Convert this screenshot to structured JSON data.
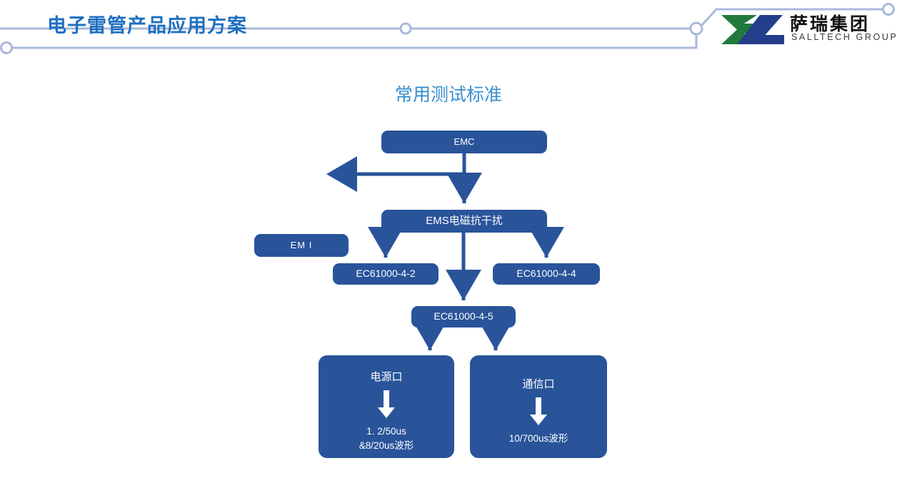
{
  "header": {
    "title": "电子雷管产品应用方案",
    "title_color": "#1F6FC0",
    "deco_line_color": "#A9B8DC",
    "logo": {
      "name_cn": "萨瑞集团",
      "name_en": "SALLTECH GROUP",
      "mark_green": "#217A3C",
      "mark_blue": "#233E8B"
    }
  },
  "diagram": {
    "title": "常用测试标准",
    "title_color": "#2C85C8",
    "node_fill": "#29549A",
    "node_text": "#FFFFFF",
    "connector_color": "#29549A",
    "nodes": {
      "emc": "EMC",
      "emi": "EM I",
      "ems": "EMS电磁抗干扰",
      "ec_4_2": "EC61000-4-2",
      "ec_4_4": "EC61000-4-4",
      "ec_4_5": "EC61000-4-5",
      "power_port": {
        "title": "电源口",
        "line1": "1. 2/50us",
        "line2": "&8/20us波形"
      },
      "comm_port": {
        "title": "通信口",
        "line1": "10/700us波形"
      }
    }
  }
}
